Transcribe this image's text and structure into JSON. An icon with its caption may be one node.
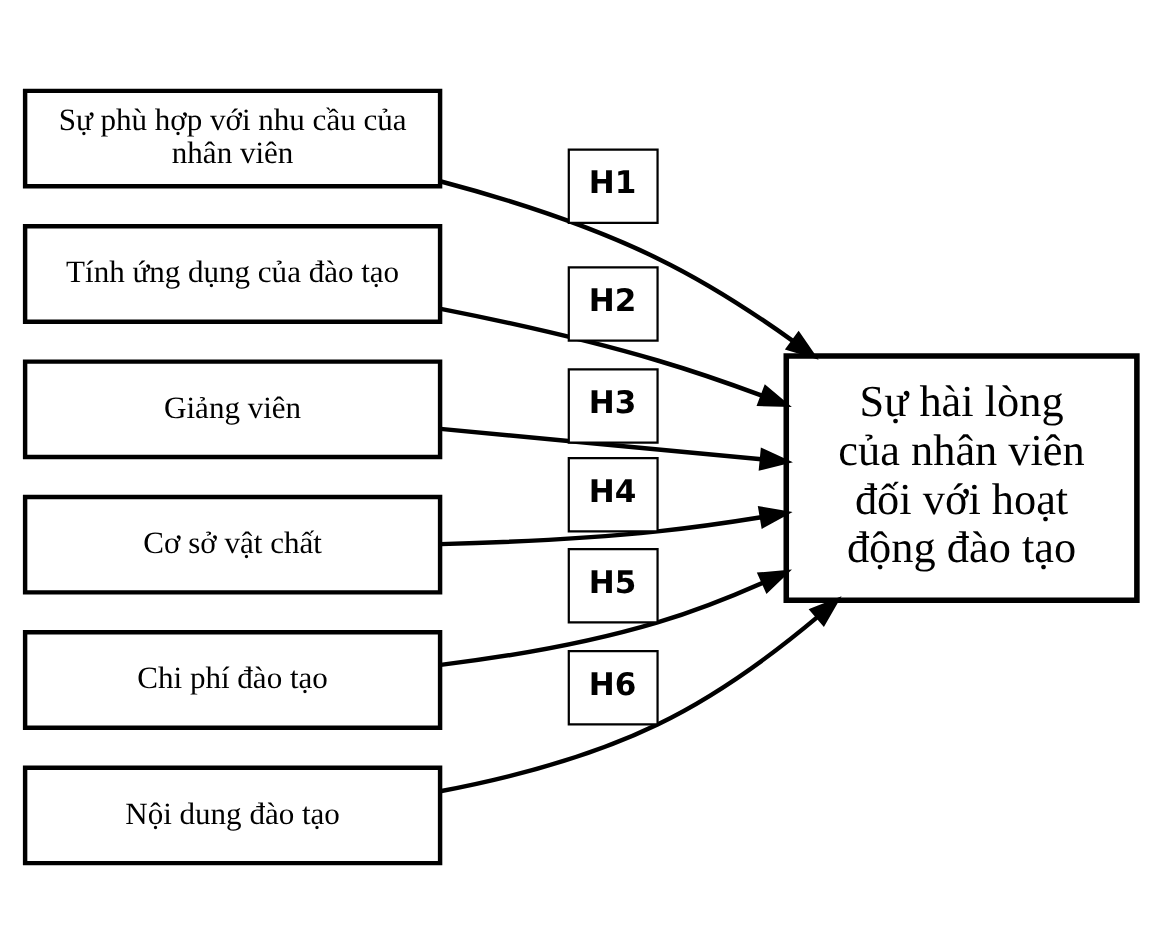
{
  "diagram": {
    "nodes": [
      {
        "text": [
          "Sự phù hợp với nhu cầu của nhân viên"
        ]
      },
      {
        "text": [
          "Tính ứng dụng của đào tạo"
        ]
      },
      {
        "text": [
          "Giảng viên"
        ]
      },
      {
        "text": [
          "Cơ sở vật chất"
        ]
      },
      {
        "text": [
          "Chi phí đào tạo"
        ]
      },
      {
        "text": [
          "Nội dung đào tạo"
        ]
      },
      {
        "text": [
          "Sự hài lòng của nhân viên đối với hoạt động đào tạo"
        ]
      }
    ],
    "edges": [
      {
        "from": 0,
        "to": 6,
        "arrow": "to",
        "label": "H1"
      },
      {
        "from": 1,
        "to": 6,
        "arrow": "to",
        "label": "H2"
      },
      {
        "from": 2,
        "to": 6,
        "arrow": "to",
        "label": "H3"
      },
      {
        "from": 3,
        "to": 6,
        "arrow": "to",
        "label": "H4"
      },
      {
        "from": 4,
        "to": 6,
        "arrow": "to",
        "label": "H5"
      },
      {
        "from": 5,
        "to": 6,
        "arrow": "to",
        "label": "H6"
      }
    ]
  }
}
